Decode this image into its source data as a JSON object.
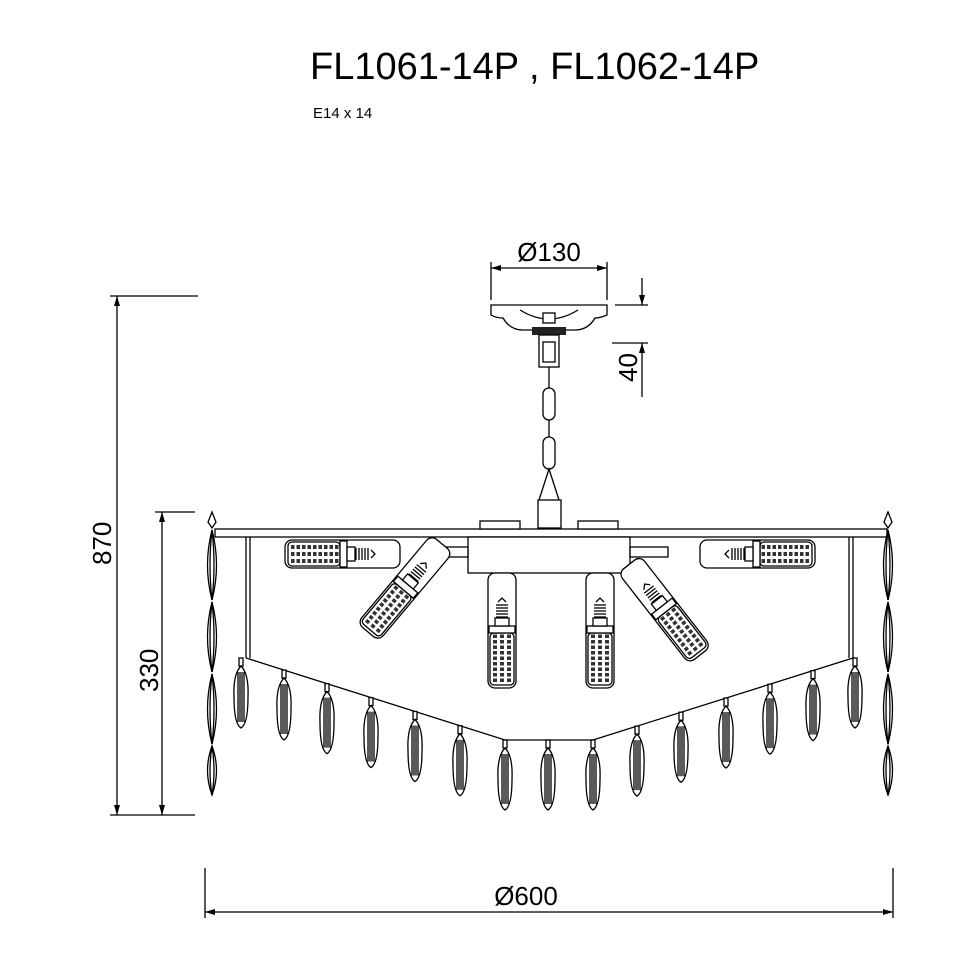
{
  "title": "FL1061-14P , FL1062-14P",
  "subtitle": "E14 x 14",
  "dimensions": {
    "canopy_diameter": "Ø130",
    "canopy_height": "40",
    "total_height": "870",
    "body_height": "330",
    "diameter": "Ø600"
  },
  "colors": {
    "line": "#000000",
    "background": "#ffffff"
  }
}
